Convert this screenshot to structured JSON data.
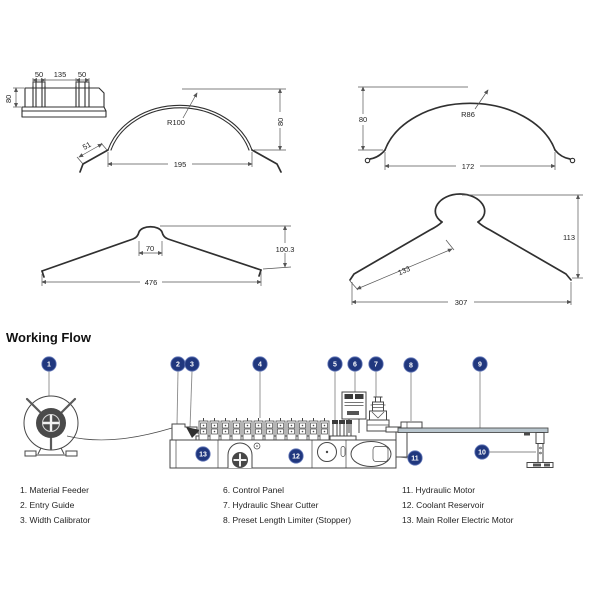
{
  "working_flow": {
    "heading": "Working Flow",
    "balloon_numbers": [
      "1",
      "2",
      "3",
      "4",
      "5",
      "6",
      "7",
      "8",
      "9",
      "10",
      "11",
      "12",
      "13"
    ],
    "legend_columns": [
      [
        "1. Material Feeder",
        "2. Entry Guide",
        "3. Width Calibrator"
      ],
      [
        "6. Control Panel",
        "7. Hydraulic Shear Cutter",
        "8. Preset Length Limiter (Stopper)"
      ],
      [
        "11. Hydraulic Motor",
        "12. Coolant Reservoir",
        "13. Main Roller Electric Motor"
      ]
    ]
  },
  "profiles": {
    "block": {
      "dim_left_tab": "50",
      "dim_center": "135",
      "dim_right_tab": "50",
      "dim_height": "80"
    },
    "arch_r100": {
      "radius": "R100",
      "width": "195",
      "height": "80",
      "flange": "51"
    },
    "arch_r86": {
      "radius": "R86",
      "width": "172",
      "height": "80"
    },
    "ridge_flat": {
      "bump_width": "70",
      "height": "100.3",
      "width": "476"
    },
    "ridge_steep": {
      "slope_length": "133",
      "height": "113",
      "width": "307"
    }
  },
  "colors": {
    "balloon": "#20377e",
    "balloon_edge": "#6478b8",
    "table": "#b9c6ce",
    "ink": "#303030"
  }
}
